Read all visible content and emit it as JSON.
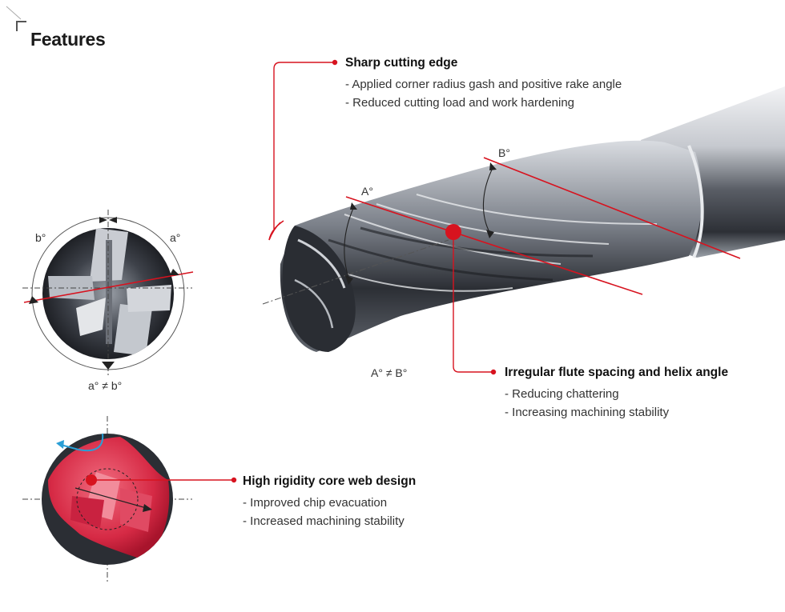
{
  "page": {
    "title": "Features"
  },
  "features": [
    {
      "id": "sharp-cutting-edge",
      "title": "Sharp cutting edge",
      "bullets": [
        "- Applied corner radius gash and positive rake angle",
        "- Reduced cutting load and work hardening"
      ]
    },
    {
      "id": "irregular-flute",
      "title": "Irregular flute spacing and helix angle",
      "bullets": [
        "- Reducing chattering",
        "- Increasing machining stability"
      ]
    },
    {
      "id": "core-web",
      "title": "High rigidity core web design",
      "bullets": [
        "- Improved chip evacuation",
        "- Increased machining stability"
      ]
    }
  ],
  "labels": {
    "angle_A": "A°",
    "angle_B": "B°",
    "angle_a": "a°",
    "angle_b": "b°",
    "A_neq_B": "A° ≠ B°",
    "a_neq_b": "a° ≠ b°"
  },
  "colors": {
    "accent": "#d7131f",
    "chip_arrow": "#2a9fd6"
  }
}
